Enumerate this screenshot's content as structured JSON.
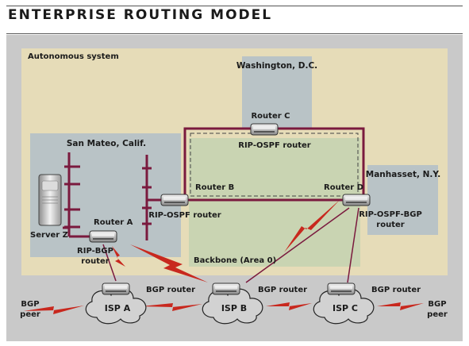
{
  "title": "ENTERPRISE ROUTING MODEL",
  "regions": {
    "autonomous": "Autonomous system",
    "washington": "Washington, D.C.",
    "sanmateo": "San Mateo, Calif.",
    "manhasset": "Manhasset, N.Y.",
    "backbone": "Backbone (Area 0)"
  },
  "routers": {
    "a": {
      "name": "Router A",
      "role_line1": "RIP-BGP",
      "role_line2": "router"
    },
    "b": {
      "name": "Router B",
      "role": "RIP-OSPF router"
    },
    "c": {
      "name": "Router C",
      "role": "RIP-OSPF router"
    },
    "d": {
      "name": "Router D",
      "role_line1": "RIP-OSPF-BGP",
      "role_line2": "router"
    }
  },
  "server": {
    "name": "Server Z"
  },
  "isps": [
    {
      "name": "ISP A",
      "router_label": "BGP router"
    },
    {
      "name": "ISP B",
      "router_label": "BGP router"
    },
    {
      "name": "ISP C",
      "router_label": "BGP router"
    }
  ],
  "peers": {
    "left": {
      "line1": "BGP",
      "line2": "peer"
    },
    "right": {
      "line1": "BGP",
      "line2": "peer"
    }
  },
  "colors": {
    "background": "#c9c9c9",
    "autonomous_system": "#e6dcb8",
    "site": "#b9c3c6",
    "backbone": "#c9d4b2",
    "link": "#7a1a3e",
    "bolt": "#c8281e"
  }
}
